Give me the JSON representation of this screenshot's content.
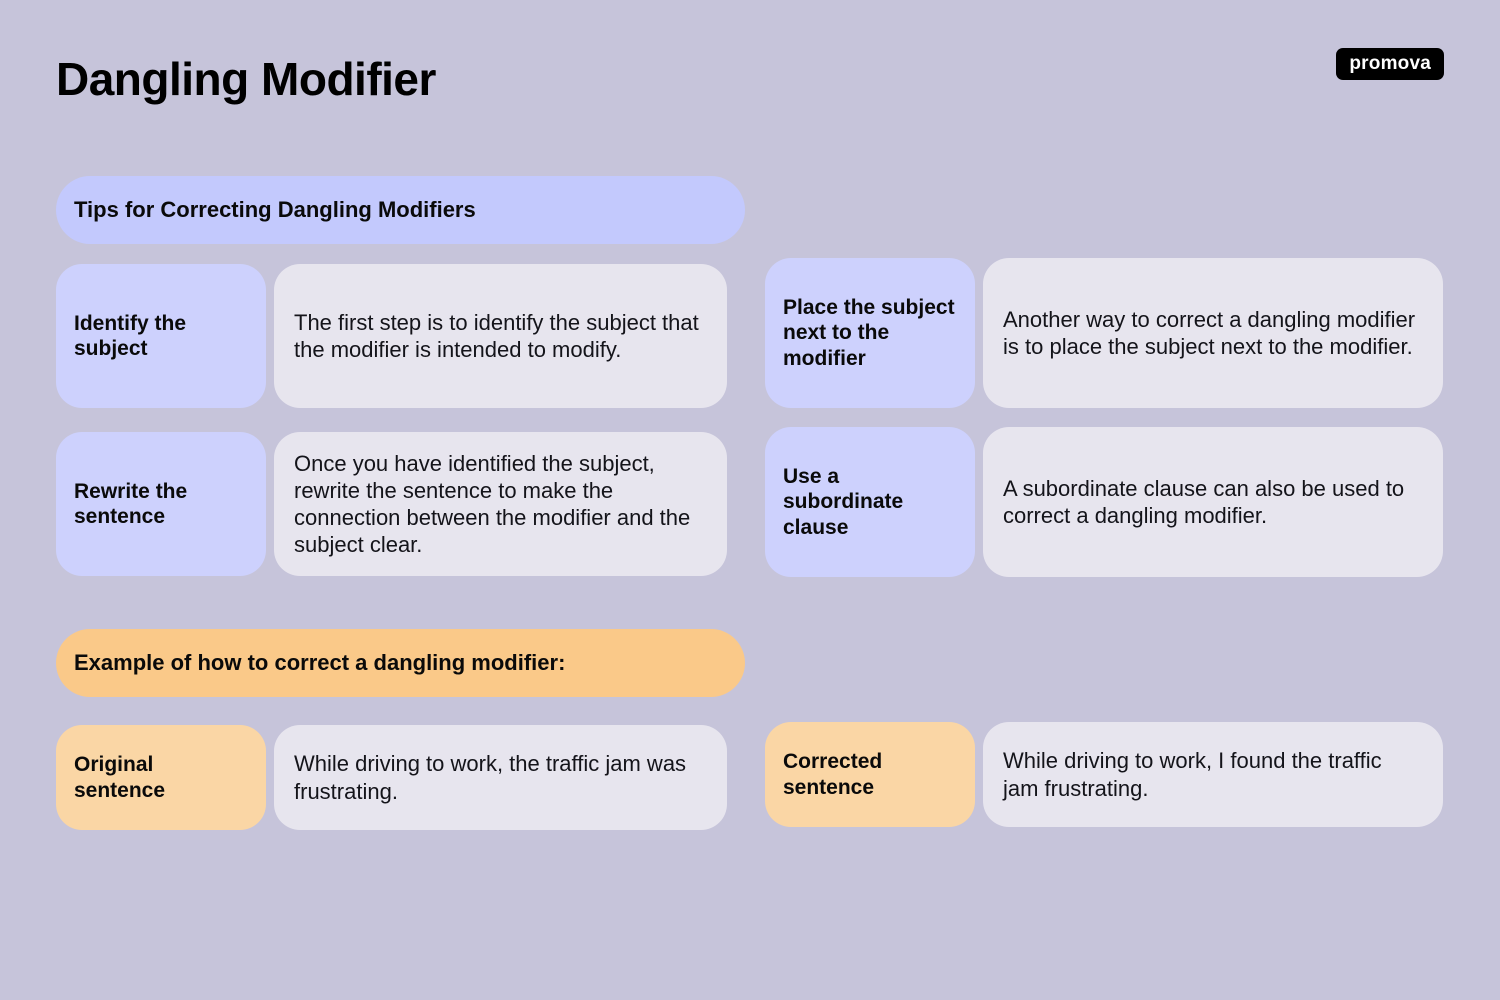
{
  "header": {
    "title": "Dangling Modifier",
    "logo": "promova"
  },
  "colors": {
    "background": "#c6c4da",
    "banner_blue": "#c3c9fd",
    "banner_orange": "#fac989",
    "label_blue": "#cdd1fd",
    "label_orange": "#fad6a5",
    "description": "#e7e5ee",
    "text": "#000000",
    "logo_background": "#000000",
    "logo_text": "#ffffff"
  },
  "tips_section": {
    "banner": "Tips for Correcting Dangling Modifiers",
    "items": [
      {
        "label": "Identify the subject",
        "description": "The first step is to identify the subject that the modifier is intended to modify."
      },
      {
        "label": "Place the subject next to the modifier",
        "description": "Another way to correct a dangling modifier is to place the subject next to the modifier."
      },
      {
        "label": "Rewrite the sentence",
        "description": "Once you have identified the subject, rewrite the sentence to make the connection between the modifier and the subject clear."
      },
      {
        "label": "Use a subordinate clause",
        "description": "A subordinate clause can also be used to correct a dangling modifier."
      }
    ]
  },
  "example_section": {
    "banner": "Example of how to correct a dangling modifier:",
    "items": [
      {
        "label": "Original sentence",
        "description": "While driving to work, the traffic jam was frustrating."
      },
      {
        "label": "Corrected sentence",
        "description": "While driving to work, I found the traffic jam frustrating."
      }
    ]
  }
}
